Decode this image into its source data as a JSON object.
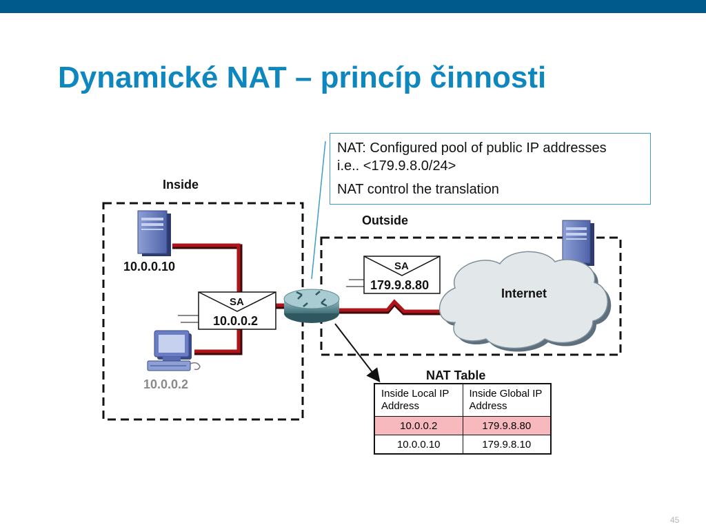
{
  "slide": {
    "title": "Dynamické NAT – princíp činnosti",
    "page_number": "45",
    "accent_color": "#0e87bf",
    "topbar_color": "#005b8c"
  },
  "callout": {
    "line1": "NAT: Configured pool of public IP addresses",
    "line2": "i.e.. <179.9.8.0/24>",
    "line3": "NAT control the translation"
  },
  "diagram": {
    "inside_label": "Inside",
    "outside_label": "Outside",
    "server_ip": "10.0.0.10",
    "pc_ip": "10.0.0.2",
    "inside_packet": {
      "header": "SA",
      "address": "10.0.0.2"
    },
    "outside_packet": {
      "header": "SA",
      "address": "179.9.8.80"
    },
    "internet_label": "Internet",
    "icons": [
      "server-icon",
      "pc-icon",
      "router-icon",
      "cloud-icon",
      "packet-icon"
    ]
  },
  "nat_table": {
    "title": "NAT Table",
    "headers": [
      "Inside Local IP Address",
      "Inside Global IP Address"
    ],
    "rows": [
      {
        "local": "10.0.0.2",
        "global": "179.9.8.80",
        "highlighted": true
      },
      {
        "local": "10.0.0.10",
        "global": "179.9.8.10",
        "highlighted": false
      }
    ],
    "highlight_color": "#f7b8be"
  }
}
